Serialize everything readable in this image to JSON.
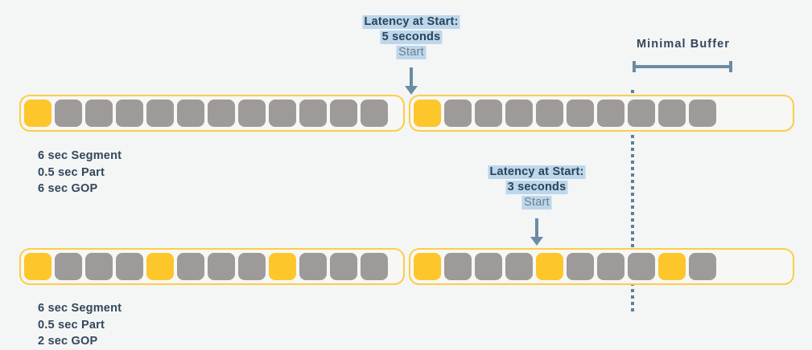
{
  "canvas": {
    "background": "#f4f5f5",
    "accent_yellow": "#fdc62a",
    "block_gray": "#9e9a99",
    "accent_slate": "#6b8ca3",
    "highlight_blue": "#bcd7ec",
    "text_dark": "#33475b"
  },
  "annotations": {
    "top_callout": {
      "title": "Latency at Start:",
      "value": "5 seconds",
      "marker": "Start"
    },
    "middle_callout": {
      "title": "Latency at Start:",
      "value": "3 seconds",
      "marker": "Start"
    },
    "minimal_buffer": {
      "label": "Minimal Buffer"
    }
  },
  "rows": [
    {
      "caption": {
        "segment": "6 sec Segment",
        "part": "0.5 sec Part",
        "gop": "6 sec GOP"
      },
      "segments": [
        {
          "capacity": 12,
          "blocks": [
            "key",
            "gray",
            "gray",
            "gray",
            "gray",
            "gray",
            "gray",
            "gray",
            "gray",
            "gray",
            "gray",
            "gray"
          ]
        },
        {
          "capacity": 12,
          "blocks": [
            "key",
            "gray",
            "gray",
            "gray",
            "gray",
            "gray",
            "gray",
            "gray",
            "gray",
            "gray"
          ]
        }
      ]
    },
    {
      "caption": {
        "segment": "6 sec Segment",
        "part": "0.5 sec Part",
        "gop": "2 sec GOP"
      },
      "segments": [
        {
          "capacity": 12,
          "blocks": [
            "key",
            "gray",
            "gray",
            "gray",
            "key",
            "gray",
            "gray",
            "gray",
            "key",
            "gray",
            "gray",
            "gray"
          ]
        },
        {
          "capacity": 12,
          "blocks": [
            "key",
            "gray",
            "gray",
            "gray",
            "key",
            "gray",
            "gray",
            "gray",
            "key",
            "gray"
          ]
        }
      ]
    }
  ]
}
